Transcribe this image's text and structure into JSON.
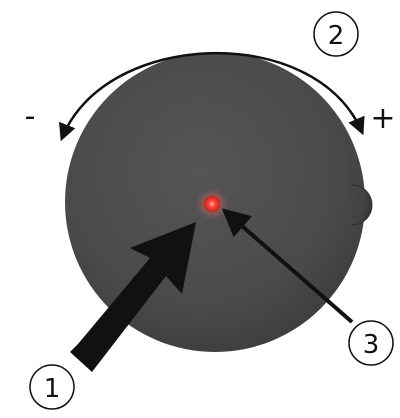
{
  "diagram": {
    "labels": {
      "decrease": "-",
      "increase": "+"
    },
    "callouts": [
      {
        "number": "1"
      },
      {
        "number": "2"
      },
      {
        "number": "3"
      }
    ],
    "colors": {
      "background": "#ffffff",
      "knob_body": "#4a4a4a",
      "knob_shadow": "#3a3a3a",
      "side_nub": "#3f3f3f",
      "led_core": "#ff4a3a",
      "led_glow": "#ff8a7a",
      "arrow": "#111111"
    },
    "icons": {
      "rotation": "curved-double-arrow-icon",
      "push": "thick-arrow-icon",
      "indicator": "led-indicator-icon"
    }
  }
}
